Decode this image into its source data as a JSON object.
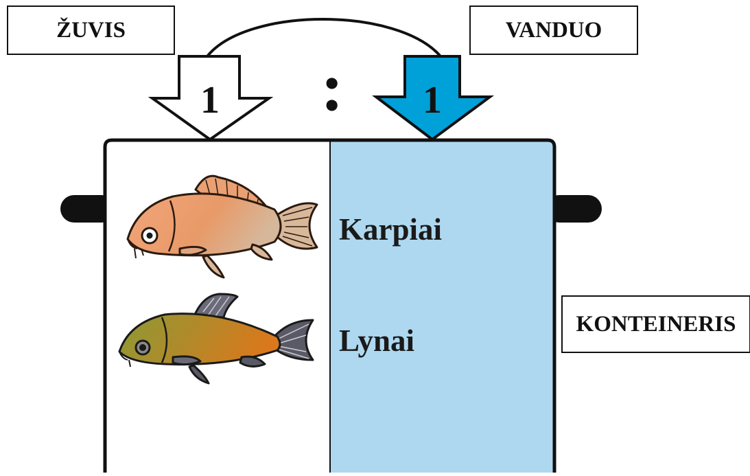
{
  "labels": {
    "fish": "ŽUVIS",
    "water": "VANDUO",
    "container": "KONTEINERIS"
  },
  "ratio": {
    "fish_part": "1",
    "separator": ":",
    "water_part": "1"
  },
  "fish": [
    {
      "name": "Karpiai"
    },
    {
      "name": "Lynai"
    }
  ],
  "colors": {
    "water": "#aed8f0",
    "water_arrow": "#00a0d8",
    "outline": "#111111",
    "carp_body": "#e9a073",
    "tench_body": "#a8822a"
  },
  "icons": [
    "carp-fish-icon",
    "tench-fish-icon",
    "fish-arrow-icon",
    "water-arrow-icon"
  ]
}
